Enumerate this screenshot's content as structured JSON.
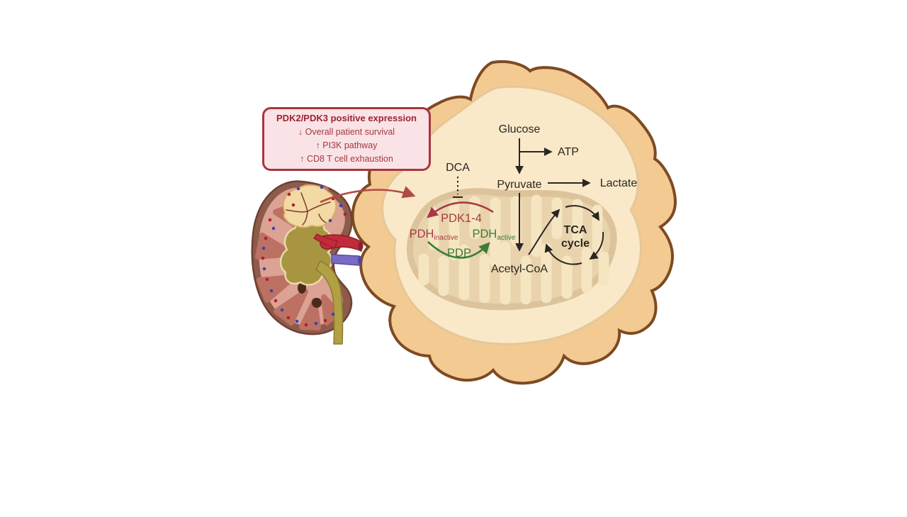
{
  "figure": {
    "annotation_box": {
      "title": "PDK2/PDK3 positive expression",
      "lines": [
        "↓ Overall patient survival",
        "↑ PI3K pathway",
        "↑ CD8 T cell exhaustion"
      ]
    },
    "pathway": {
      "glucose": "Glucose",
      "atp": "ATP",
      "pyruvate": "Pyruvate",
      "lactate": "Lactate",
      "acetyl_coa": "Acetyl-CoA",
      "dca": "DCA",
      "pdk": "PDK1-4",
      "pdp": "PDP",
      "pdh_base": "PDH",
      "pdh_inactive_sub": "inactive",
      "pdh_active_sub": "active",
      "tca_line1": "TCA",
      "tca_line2": "cycle"
    },
    "palette": {
      "text_black": "#2b2623",
      "accent_red": "#a63a44",
      "accent_green": "#3a7d38",
      "box_border": "#a93440",
      "box_bg": "#fae3e6",
      "box_title": "#9b2430",
      "box_text": "#a13a42",
      "cell_outer": "#f2ca92",
      "cell_outline": "#7e4a22",
      "cytoplasm": "#fae9c8",
      "mito_fill": "#e6d0a9",
      "mito_stroke": "#d8be95",
      "crista": "#f6e5c1",
      "kidney_capsule": "#8d5b4b",
      "kidney_cortex": "#dca294",
      "kidney_pyramid": "#bc7163",
      "pelvis": "#a79541",
      "artery": "#c22b3b",
      "vein": "#7a6ac5",
      "ureter": "#b1a044",
      "tumor": "#f3d9a3",
      "link_arrow": "#b14a44"
    }
  }
}
